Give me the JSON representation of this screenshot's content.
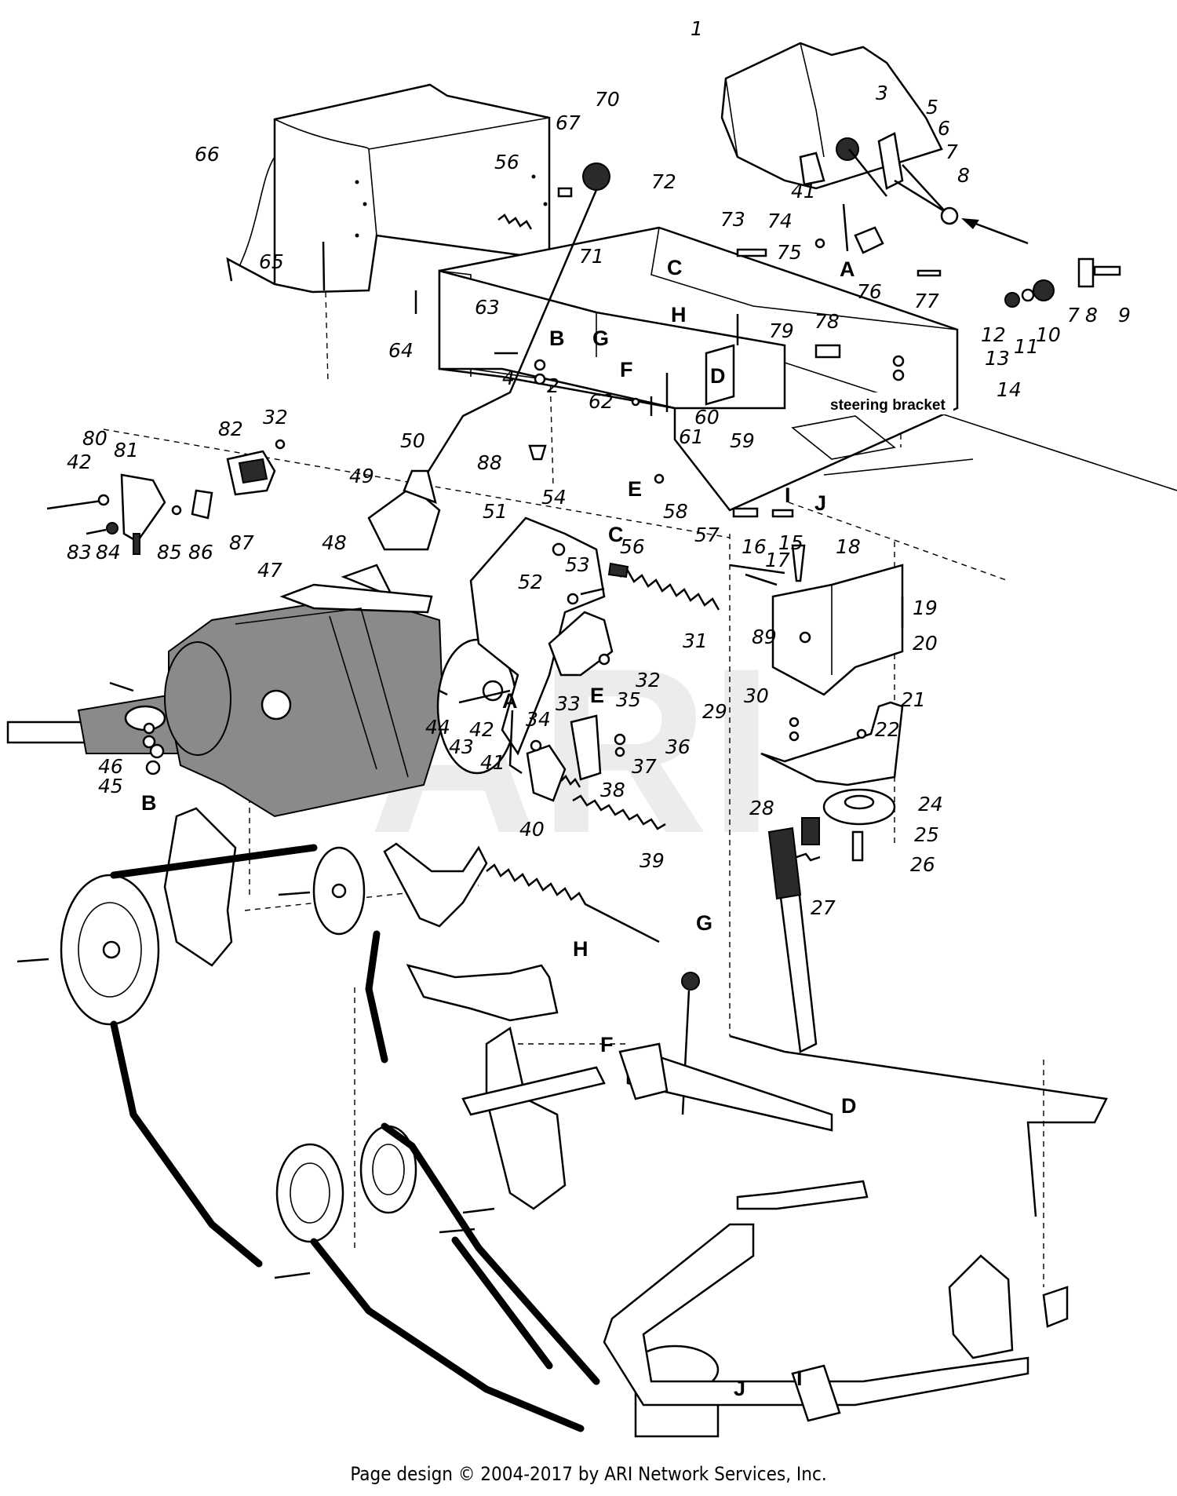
{
  "watermark": "ARI",
  "footer": "Page design © 2004-2017 by ARI Network Services, Inc.",
  "callout_steering_bracket": "steering bracket",
  "part_numbers": {
    "p1": "1",
    "p2": "2",
    "p3": "3",
    "p4": "4",
    "p5": "5",
    "p6": "6",
    "p7a": "7",
    "p7b": "7",
    "p8a": "8",
    "p8b": "8",
    "p9": "9",
    "p10": "10",
    "p11": "11",
    "p12": "12",
    "p13": "13",
    "p14": "14",
    "p15": "15",
    "p16": "16",
    "p17": "17",
    "p18": "18",
    "p19": "19",
    "p20": "20",
    "p21": "21",
    "p22": "22",
    "p24": "24",
    "p25": "25",
    "p26": "26",
    "p27": "27",
    "p28": "28",
    "p29": "29",
    "p30": "30",
    "p31": "31",
    "p32a": "32",
    "p32b": "32",
    "p33": "33",
    "p34": "34",
    "p35": "35",
    "p36": "36",
    "p37": "37",
    "p38": "38",
    "p39": "39",
    "p40": "40",
    "p41a": "41",
    "p41b": "41",
    "p42a": "42",
    "p42b": "42",
    "p43": "43",
    "p44": "44",
    "p45": "45",
    "p46": "46",
    "p47": "47",
    "p48": "48",
    "p49": "49",
    "p50": "50",
    "p51": "51",
    "p52": "52",
    "p53": "53",
    "p54": "54",
    "p56a": "56",
    "p56b": "56",
    "p57": "57",
    "p58": "58",
    "p59": "59",
    "p60": "60",
    "p61": "61",
    "p62": "62",
    "p63": "63",
    "p64": "64",
    "p65": "65",
    "p66": "66",
    "p67": "67",
    "p70": "70",
    "p71": "71",
    "p72": "72",
    "p73": "73",
    "p74": "74",
    "p75": "75",
    "p76": "76",
    "p77": "77",
    "p78": "78",
    "p79": "79",
    "p80": "80",
    "p81": "81",
    "p82": "82",
    "p83": "83",
    "p84": "84",
    "p85": "85",
    "p86": "86",
    "p87": "87",
    "p88": "88",
    "p89": "89"
  },
  "reference_letters": {
    "r_a1": "A",
    "r_a2": "A",
    "r_b1": "B",
    "r_b2": "B",
    "r_c1": "C",
    "r_c2": "C",
    "r_d1": "D",
    "r_d2": "D",
    "r_e1": "E",
    "r_e2": "E",
    "r_f1": "F",
    "r_f2": "F",
    "r_g1": "G",
    "r_g2": "G",
    "r_h1": "H",
    "r_h2": "H",
    "r_i1": "I",
    "r_i2": "I",
    "r_j1": "J",
    "r_j2": "J"
  }
}
